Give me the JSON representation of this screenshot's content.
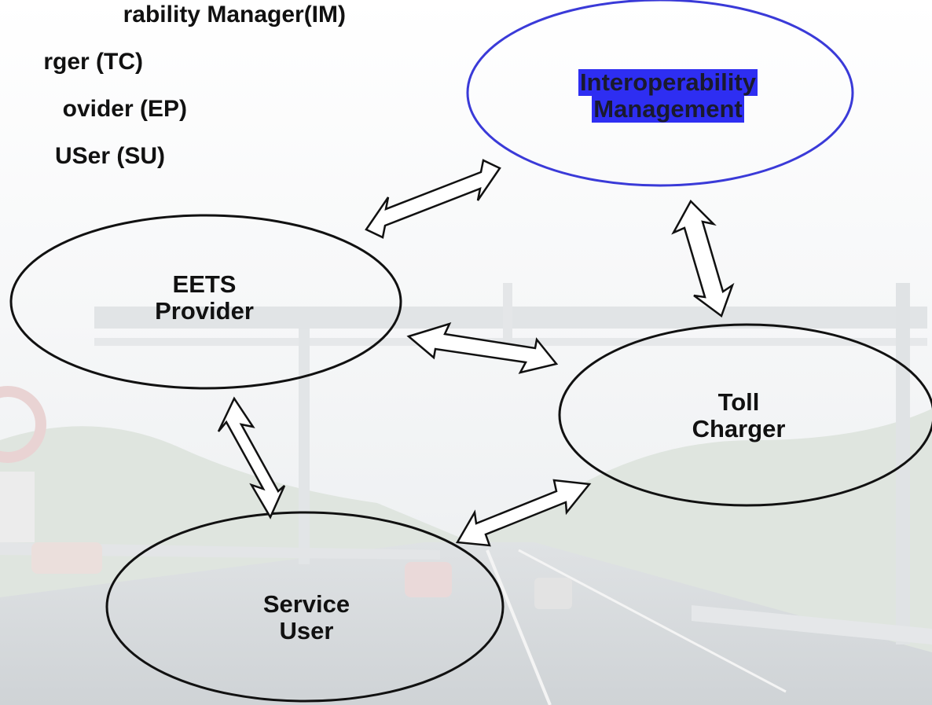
{
  "legend": {
    "items": [
      "rability Manager(IM)",
      "rger (TC)",
      "ovider (EP)",
      "USer (SU)"
    ]
  },
  "nodes": {
    "interoperability": {
      "line1": "Interoperability",
      "line2": "Management"
    },
    "eets_provider": {
      "line1": "EETS",
      "line2": "Provider"
    },
    "toll_charger": {
      "line1": "Toll",
      "line2": "Charger"
    },
    "service_user": {
      "line1": "Service",
      "line2": "User"
    }
  },
  "colors": {
    "im_ellipse_stroke": "#3a3ad8",
    "im_label_highlight": "#2e2ef2",
    "ellipse_stroke": "#111111"
  }
}
